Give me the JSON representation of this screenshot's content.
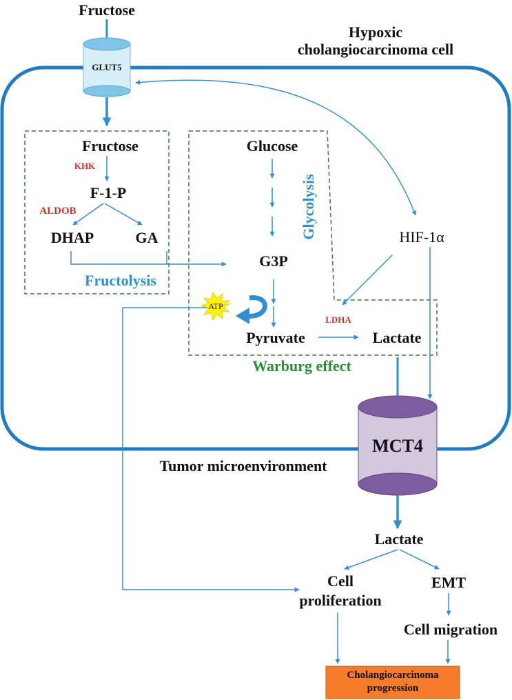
{
  "labels": {
    "fructose_top": "Fructose",
    "cell_title_line1": "Hypoxic",
    "cell_title_line2": "cholangiocarcinoma cell",
    "glut5": "GLUT5",
    "fructose_inner": "Fructose",
    "khk": "KHK",
    "f1p": "F-1-P",
    "aldob": "ALDOB",
    "dhap": "DHAP",
    "ga": "GA",
    "fructolysis": "Fructolysis",
    "glucose": "Glucose",
    "glycolysis": "Glycolysis",
    "hif1a": "HIF-1α",
    "g3p": "G3P",
    "atp": "ATP",
    "ldha": "LDHA",
    "pyruvate": "Pyruvate",
    "lactate_inner": "Lactate",
    "warburg": "Warburg effect",
    "mct4": "MCT4",
    "tumor_microenv": "Tumor microenvironment",
    "lactate_outer": "Lactate",
    "cell_prolif_line1": "Cell",
    "cell_prolif_line2": "proliferation",
    "emt": "EMT",
    "cell_migration": "Cell migration",
    "progression_line1": "Cholangiocarcinoma",
    "progression_line2": "progression"
  },
  "colors": {
    "arrow_blue": "#2f8fd0",
    "membrane_blue": "#1f7cc4",
    "dashed_green": "#3a7a3a",
    "enzyme_red": "#d0312d",
    "warburg_green": "#2e8b3a",
    "mct4_body": "#d3c7de",
    "mct4_cap": "#7d5d9e",
    "glut5_body": "#d8eef8",
    "glut5_cap": "#7fc6e6",
    "atp_star": "#fff200",
    "progression_box": "#f47c2a"
  }
}
